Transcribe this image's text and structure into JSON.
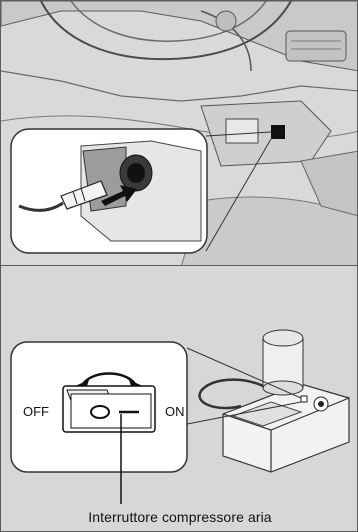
{
  "switch": {
    "off_label": "OFF",
    "on_label": "ON"
  },
  "callout": {
    "caption": "Interruttore compressore aria"
  }
}
